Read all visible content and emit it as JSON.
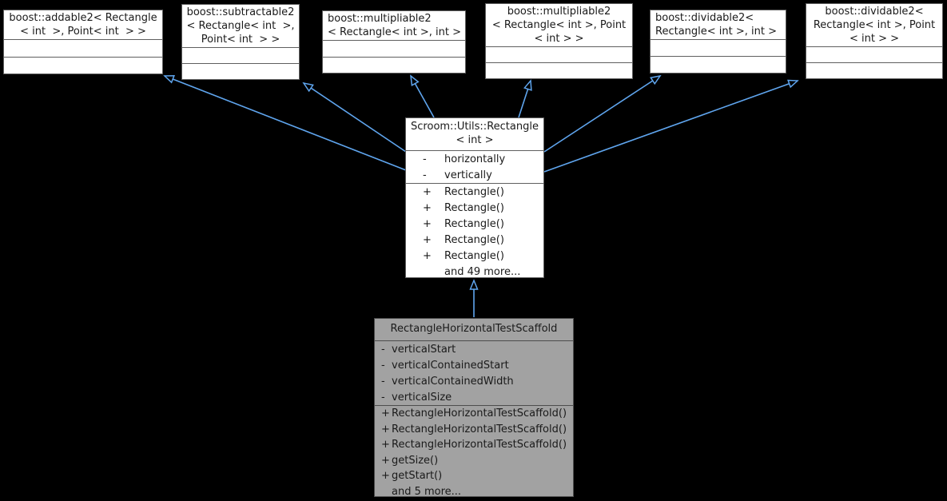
{
  "colors": {
    "background": "#000000",
    "edge": "#5fa5ee",
    "node_fill": "#ffffff",
    "node_border": "#5f5f5f",
    "highlight_fill": "#a2a2a2",
    "text": "#1a1a1a"
  },
  "nodes": {
    "addable2": {
      "title_lines": [
        "boost::addable2< Rectangle",
        "< int  >, Point< int  > >"
      ]
    },
    "subtractable2": {
      "title_lines": [
        "boost::subtractable2",
        "< Rectangle< int  >,",
        "Point< int  > >"
      ]
    },
    "multipliable2_int": {
      "title_lines": [
        "boost::multipliable2",
        "< Rectangle< int >, int >"
      ]
    },
    "multipliable2_point": {
      "title_lines": [
        "boost::multipliable2",
        "< Rectangle< int >, Point",
        "< int > >"
      ]
    },
    "dividable2_int": {
      "title_lines": [
        "boost::dividable2<",
        "Rectangle< int >, int >"
      ]
    },
    "dividable2_point": {
      "title_lines": [
        "boost::dividable2<",
        "Rectangle< int >, Point",
        "< int > >"
      ]
    },
    "rectangle": {
      "title_lines": [
        "Scroom::Utils::Rectangle",
        "< int >"
      ],
      "attributes": [
        {
          "sign": "-",
          "label": "horizontally"
        },
        {
          "sign": "-",
          "label": "vertically"
        }
      ],
      "methods": [
        {
          "sign": "+",
          "label": "Rectangle()"
        },
        {
          "sign": "+",
          "label": "Rectangle()"
        },
        {
          "sign": "+",
          "label": "Rectangle()"
        },
        {
          "sign": "+",
          "label": "Rectangle()"
        },
        {
          "sign": "+",
          "label": "Rectangle()"
        },
        {
          "sign": "",
          "label": "and 49 more..."
        }
      ]
    },
    "scaffold": {
      "title": "RectangleHorizontalTestScaffold",
      "attributes": [
        {
          "sign": "-",
          "label": "verticalStart"
        },
        {
          "sign": "-",
          "label": "verticalContainedStart"
        },
        {
          "sign": "-",
          "label": "verticalContainedWidth"
        },
        {
          "sign": "-",
          "label": "verticalSize"
        }
      ],
      "methods": [
        {
          "sign": "+",
          "label": "RectangleHorizontalTestScaffold()"
        },
        {
          "sign": "+",
          "label": "RectangleHorizontalTestScaffold()"
        },
        {
          "sign": "+",
          "label": "RectangleHorizontalTestScaffold()"
        },
        {
          "sign": "+",
          "label": "getSize()"
        },
        {
          "sign": "+",
          "label": "getStart()"
        },
        {
          "sign": "",
          "label": "and 5 more..."
        }
      ]
    }
  }
}
